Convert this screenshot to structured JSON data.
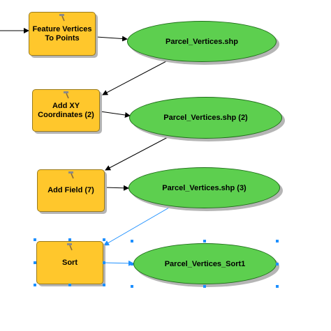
{
  "colors": {
    "tool_fill": "#ffc72c",
    "data_fill": "#5dcf4f",
    "connector": "#000000",
    "selected_connector": "#1e90ff",
    "selection_handle": "#1e90ff"
  },
  "tools": [
    {
      "label": "Feature Vertices To Points",
      "icon": "hammer-icon"
    },
    {
      "label": "Add XY Coordinates (2)",
      "icon": "hammer-icon"
    },
    {
      "label": "Add Field (7)",
      "icon": "hammer-icon"
    },
    {
      "label": "Sort",
      "icon": "hammer-icon",
      "selected": true
    }
  ],
  "datasets": [
    {
      "label": "Parcel_Vertices.shp"
    },
    {
      "label": "Parcel_Vertices.shp (2)"
    },
    {
      "label": "Parcel_Vertices.shp (3)"
    },
    {
      "label": "Parcel_Vertices_Sort1",
      "selected": true
    }
  ]
}
